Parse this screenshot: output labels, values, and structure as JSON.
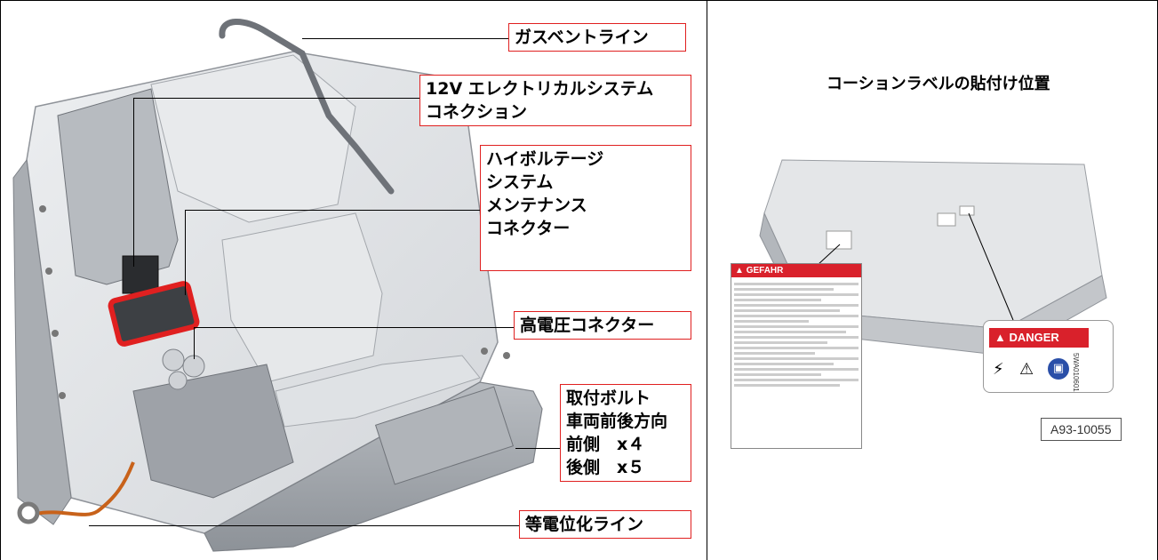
{
  "left": {
    "labels": {
      "gas_vent": "ガスベントライン",
      "lv_connection_l1": "12V エレクトリカルシステム",
      "lv_connection_l2": "コネクション",
      "hv_maint_l1": "ハイボルテージ",
      "hv_maint_l2": "システム",
      "hv_maint_l3": "メンテナンス",
      "hv_maint_l4": "コネクター",
      "hv_connector": "高電圧コネクター",
      "bolts_l1": "取付ボルト",
      "bolts_l2": "車両前後方向",
      "bolts_l3": "前側　x４",
      "bolts_l4": "後側　x５",
      "equipotential": "等電位化ライン"
    }
  },
  "right": {
    "title": "コーションラベルの貼付け位置",
    "danger_label": "DANGER",
    "gefahr_label": "GEFAHR",
    "figure_code": "A93-10055",
    "side_code": "5WA010601"
  },
  "colors": {
    "callout_border": "#e02020",
    "highlight": "#e02020",
    "cable": "#c8621a",
    "plug": "#e8914a",
    "pack_light": "#e4e6e8",
    "pack_mid": "#c9ccd0",
    "pack_dark": "#8f9399"
  }
}
